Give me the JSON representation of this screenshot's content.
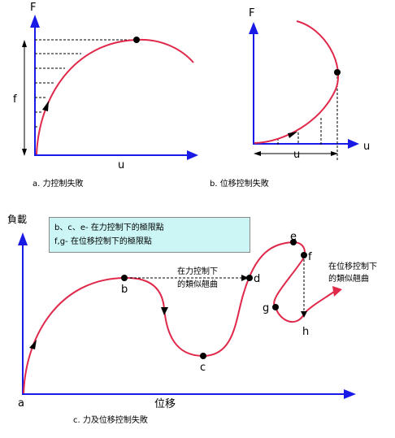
{
  "diagram_a": {
    "y_axis_label": "F",
    "x_axis_label": "u",
    "f_label": "f",
    "caption": "a.  力控制失敗"
  },
  "diagram_b": {
    "y_axis_label": "F",
    "x_axis_label": "u",
    "u_label": "u",
    "caption": "b.  位移控制失敗"
  },
  "diagram_c": {
    "y_axis_label": "負載",
    "x_axis_label": "位移",
    "caption": "c.  力及位移控制失敗",
    "points": {
      "a": "a",
      "b": "b",
      "c": "c",
      "d": "d",
      "e": "e",
      "f": "f",
      "g": "g",
      "h": "h"
    },
    "force_control_note_line1": "在力控制下",
    "force_control_note_line2": "的類似翹曲",
    "disp_control_note_line1": "在位移控制下",
    "disp_control_note_line2": "的類似翹曲",
    "legend_line1": "b、c、e- 在力控制下的極限點",
    "legend_line2": "f,g- 在位移控制下的極限點"
  },
  "colors": {
    "axis": "#1a1ae6",
    "curve": "#e0284a",
    "point": "#000000",
    "legend_bg": "#ccf6f6"
  }
}
